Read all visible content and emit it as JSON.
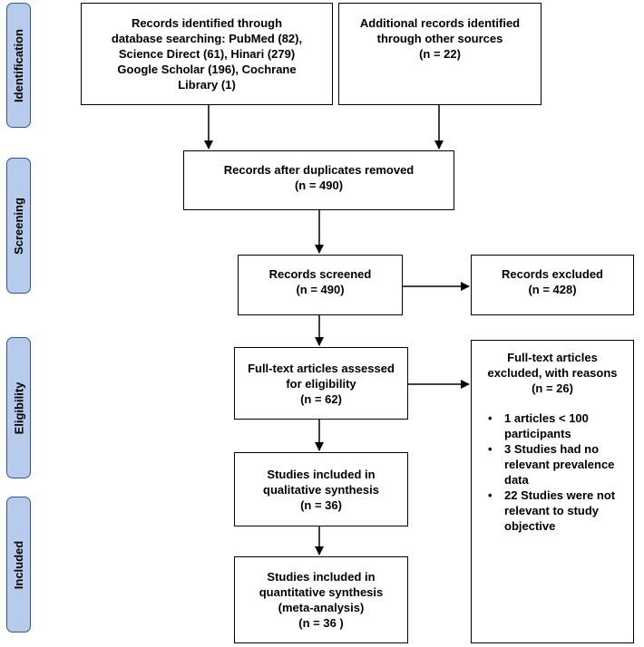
{
  "phases": {
    "identification": "Identification",
    "screening": "Screening",
    "eligibility": "Eligibility",
    "included": "Included"
  },
  "boxes": {
    "database_search": [
      "Records identified through",
      "database searching: PubMed (82),",
      "Science Direct (61), Hinari (279)",
      "Google Scholar (196), Cochrane",
      "Library (1)"
    ],
    "other_sources": [
      "Additional records identified",
      "through other sources",
      "(n = 22)"
    ],
    "after_duplicates": [
      "Records after duplicates removed",
      "(n = 490)"
    ],
    "screened": [
      "Records screened",
      "(n = 490)"
    ],
    "excluded": [
      "Records excluded",
      "(n = 428)"
    ],
    "fulltext_assessed": [
      "Full-text articles assessed",
      "for eligibility",
      "(n = 62)"
    ],
    "qualitative": [
      "Studies included in",
      "qualitative synthesis",
      "(n = 36)"
    ],
    "quantitative": [
      "Studies included in",
      "quantitative synthesis",
      "(meta-analysis)",
      "(n =  36 )"
    ]
  },
  "fulltext_excluded": {
    "heading": [
      "Full-text articles",
      "excluded, with reasons",
      "(n = 26)"
    ],
    "reasons": [
      [
        "1 articles < 100",
        "participants"
      ],
      [
        "3 Studies had no",
        "relevant prevalence",
        "data"
      ],
      [
        "22 Studies were not",
        "relevant to study",
        "objective"
      ]
    ]
  }
}
